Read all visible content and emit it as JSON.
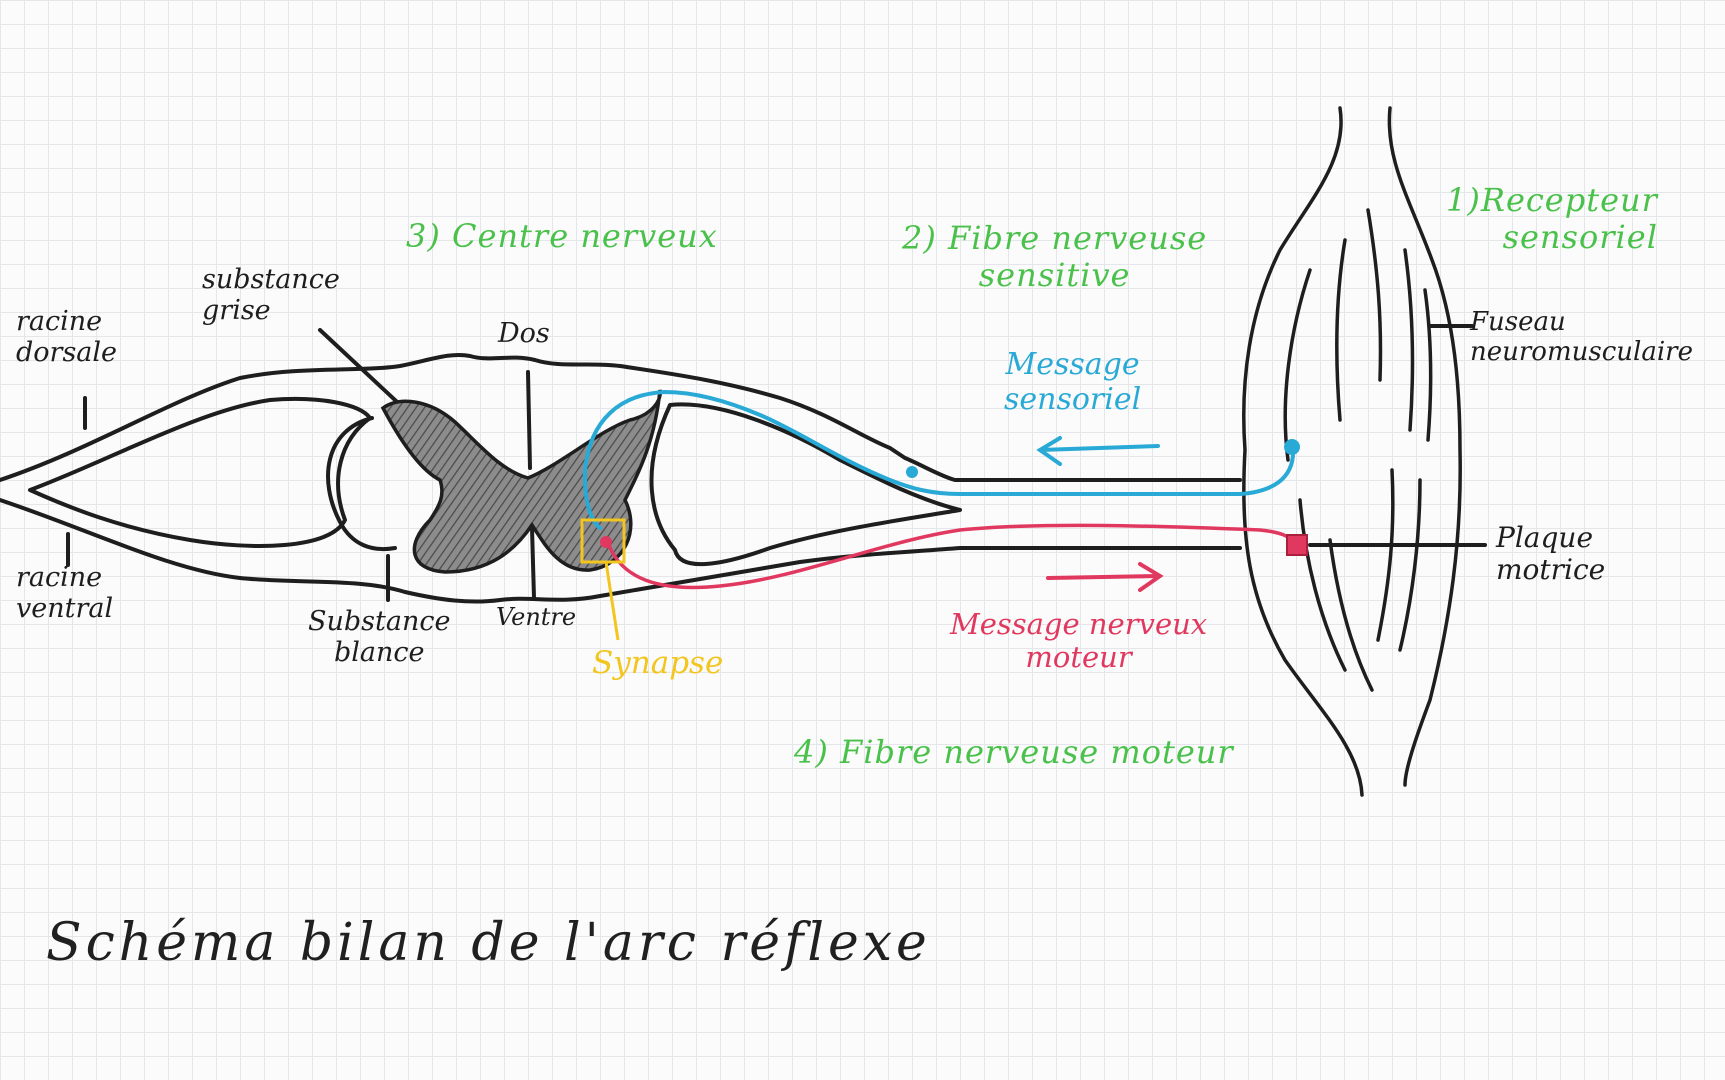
{
  "colors": {
    "ink": "#1e1e1e",
    "green": "#49c14a",
    "sensory": "#28a9d6",
    "motor": "#e0385e",
    "synapse": "#f2c51f",
    "grey_matter": "#7a7a7a"
  },
  "labels": {
    "racine_dorsale": "racine\ndorsale",
    "racine_ventral": "racine\nventral",
    "substance_grise": "substance\ngrise",
    "substance_blanche": "Substance\nblance",
    "dos": "Dos",
    "ventre": "Ventre",
    "synapse": "Synapse",
    "centre_nerveux": "3) Centre nerveux",
    "fibre_sensitive": "2) Fibre nerveuse\nsensitive",
    "recepteur": "1)Recepteur\nsensoriel",
    "fuseau": "Fuseau\nneuromusculaire",
    "message_sensoriel": "Message\nsensoriel",
    "plaque_motrice": "Plaque\nmotrice",
    "message_moteur": "Message nerveux\nmoteur",
    "fibre_moteur": "4) Fibre nerveuse moteur"
  },
  "title": "Schéma bilan de l'arc réflexe"
}
